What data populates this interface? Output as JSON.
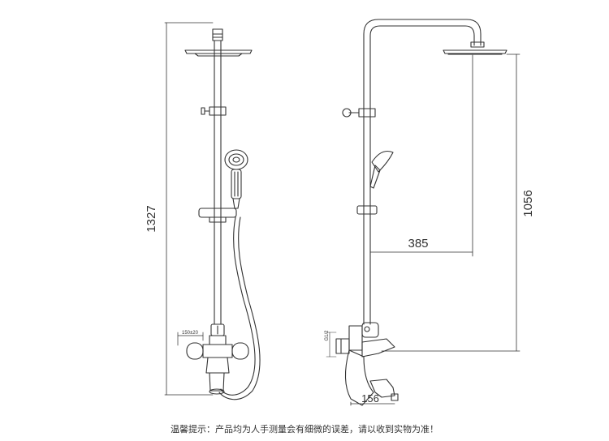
{
  "dimensions": {
    "total_height": "1327",
    "head_height": "1056",
    "arm_reach": "385",
    "spout_length": "156",
    "center_distance": "150±20",
    "outlet_thread": "G1/2"
  },
  "footer": {
    "note": "温馨提示：产品均为人手测量会有细微的误差，请以收到实物为准！"
  },
  "colors": {
    "line": "#333333",
    "background": "#ffffff"
  }
}
